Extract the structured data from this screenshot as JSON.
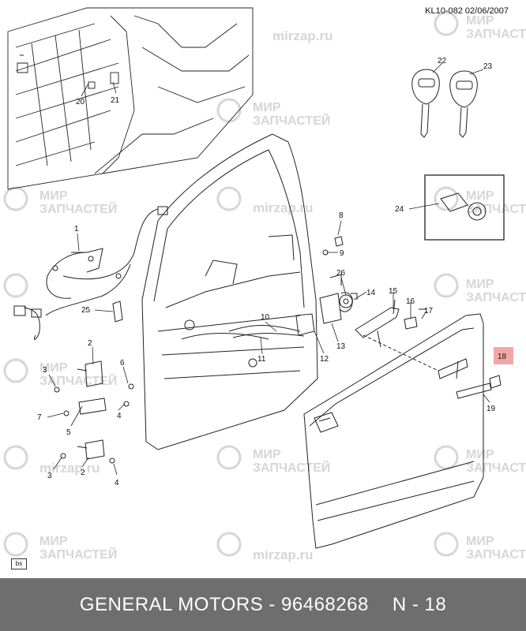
{
  "header": {
    "code": "KL10-082  02/06/2007"
  },
  "corner_tag": "bs",
  "footer": {
    "brand_part": "GENERAL MOTORS - 96468268",
    "page": "N - 18"
  },
  "watermark": {
    "line1": "МИР",
    "line2": "ЗАПЧАСТЕЙ",
    "domain": "mirzap.ru"
  },
  "callouts": [
    "1",
    "2",
    "3",
    "4",
    "5",
    "6",
    "7",
    "8",
    "9",
    "10",
    "11",
    "12",
    "13",
    "14",
    "15",
    "16",
    "17",
    "18",
    "19",
    "20",
    "21",
    "22",
    "23",
    "24",
    "25",
    "26"
  ],
  "highlighted_callout": "18",
  "colors": {
    "line": "#222222",
    "highlight": "#f4a6a6",
    "footer_bg": "#6e6e6e",
    "watermark": "#d6d6d6"
  }
}
